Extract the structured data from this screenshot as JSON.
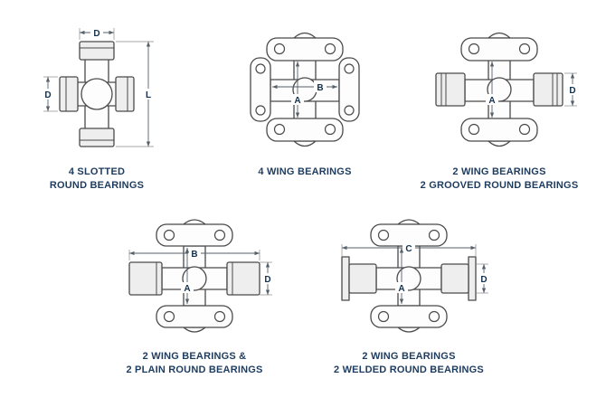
{
  "page": {
    "background": "#ffffff"
  },
  "style": {
    "accent_color": "#1d3c5f",
    "line_color": "#4a4a4a"
  },
  "figures": [
    {
      "id": "4-slotted-round-bearings",
      "caption_lines": [
        "4 SLOTTED",
        "ROUND BEARINGS"
      ],
      "dims": {
        "top_d": "D",
        "left_d": "D",
        "right_l": "L"
      }
    },
    {
      "id": "4-wing-bearings",
      "caption_lines": [
        "4 WING BEARINGS"
      ],
      "dims": {
        "a": "A",
        "b": "B"
      }
    },
    {
      "id": "2-wing-2-grooved-round-bearings",
      "caption_lines": [
        "2 WING BEARINGS",
        "2 GROOVED ROUND BEARINGS"
      ],
      "dims": {
        "a": "A",
        "d": "D"
      }
    },
    {
      "id": "2-wing-2-plain-round-bearings",
      "caption_lines": [
        "2 WING BEARINGS &",
        "2 PLAIN ROUND BEARINGS"
      ],
      "dims": {
        "a": "A",
        "b": "B",
        "d": "D"
      }
    },
    {
      "id": "2-wing-2-welded-round-bearings",
      "caption_lines": [
        "2 WING BEARINGS",
        "2 WELDED ROUND BEARINGS"
      ],
      "dims": {
        "a": "A",
        "c": "C",
        "d": "D"
      }
    }
  ]
}
